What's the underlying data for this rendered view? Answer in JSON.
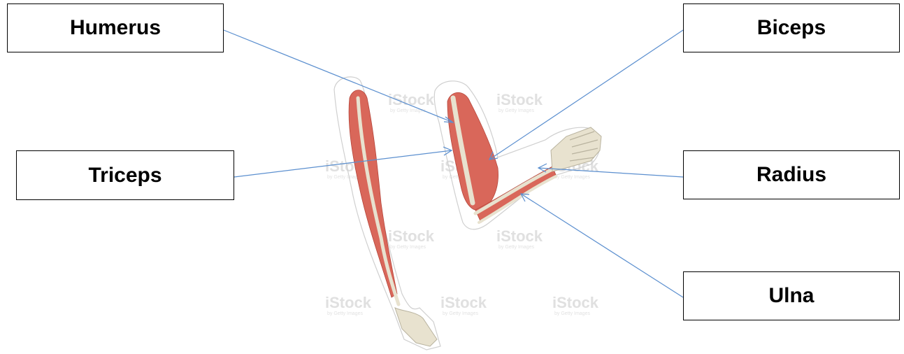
{
  "labels": {
    "humerus": "Humerus",
    "biceps": "Biceps",
    "triceps": "Triceps",
    "radius": "Radius",
    "ulna": "Ulna"
  },
  "watermark": {
    "brand": "iStock",
    "credit": "by Getty Images"
  },
  "colors": {
    "muscle": "#d9675a",
    "bone": "#e8e2cf",
    "leader_line": "#5b8fcf"
  }
}
